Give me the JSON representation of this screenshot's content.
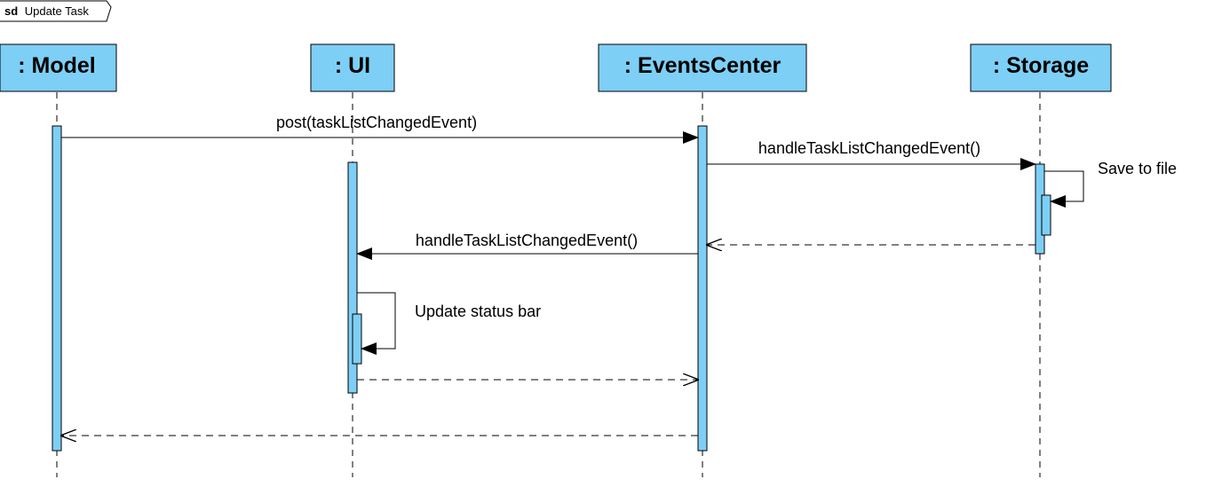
{
  "frame": {
    "keyword": "sd",
    "name": "Update Task"
  },
  "colors": {
    "lifeline_fill": "#7ecff5",
    "line": "#000000",
    "background": "#ffffff"
  },
  "lifelines": [
    {
      "id": "model",
      "label": ": Model"
    },
    {
      "id": "ui",
      "label": ": UI"
    },
    {
      "id": "events",
      "label": ": EventsCenter"
    },
    {
      "id": "storage",
      "label": ": Storage"
    }
  ],
  "messages": [
    {
      "id": "post",
      "label": "post(taskListChangedEvent)",
      "from": "model",
      "to": "events",
      "kind": "sync"
    },
    {
      "id": "handle-storage",
      "label": "handleTaskListChangedEvent()",
      "from": "events",
      "to": "storage",
      "kind": "sync"
    },
    {
      "id": "save",
      "label": "Save to file",
      "from": "storage",
      "to": "storage",
      "kind": "self"
    },
    {
      "id": "storage-return",
      "label": "",
      "from": "storage",
      "to": "events",
      "kind": "return"
    },
    {
      "id": "handle-ui",
      "label": "handleTaskListChangedEvent()",
      "from": "events",
      "to": "ui",
      "kind": "sync"
    },
    {
      "id": "update-status",
      "label": "Update status bar",
      "from": "ui",
      "to": "ui",
      "kind": "self"
    },
    {
      "id": "ui-return",
      "label": "",
      "from": "ui",
      "to": "events",
      "kind": "return"
    },
    {
      "id": "model-return",
      "label": "",
      "from": "events",
      "to": "model",
      "kind": "return"
    }
  ]
}
